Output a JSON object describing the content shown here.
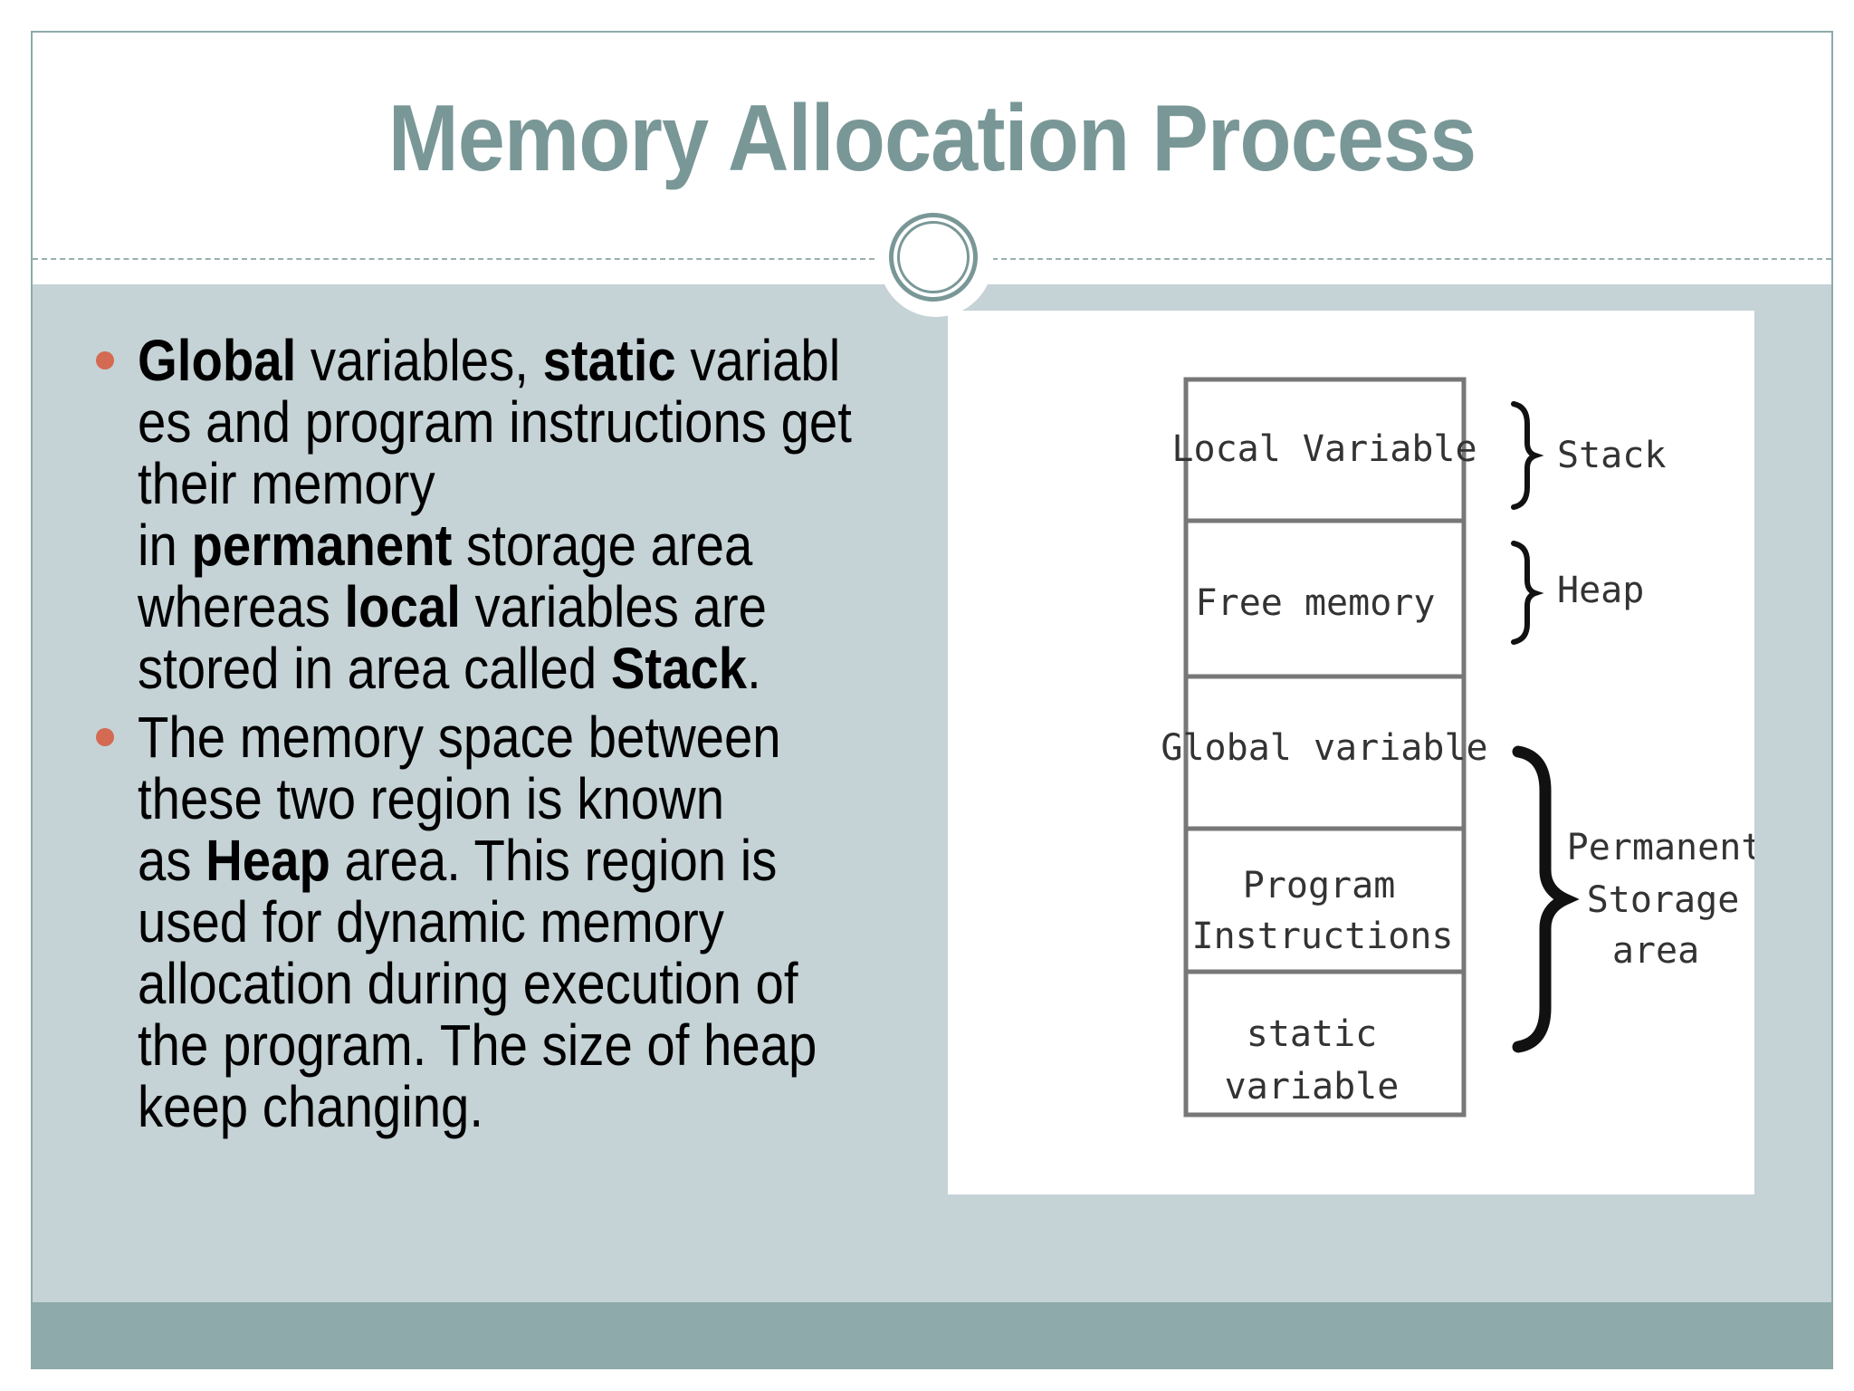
{
  "slide": {
    "title": "Memory Allocation Process",
    "bullets": [
      {
        "runs": [
          {
            "text": "Global",
            "bold": true
          },
          {
            "text": " variables, ",
            "bold": false
          },
          {
            "text": "static",
            "bold": true
          },
          {
            "text": " variabl",
            "bold": false
          },
          {
            "br": true
          },
          {
            "text": "es and program instructions get",
            "bold": false
          },
          {
            "br": true
          },
          {
            "text": "their memory",
            "bold": false
          },
          {
            "br": true
          },
          {
            "text": "in ",
            "bold": false
          },
          {
            "text": "permanent",
            "bold": true
          },
          {
            "text": " storage area",
            "bold": false
          },
          {
            "br": true
          },
          {
            "text": "whereas ",
            "bold": false
          },
          {
            "text": "local",
            "bold": true
          },
          {
            "text": " variables are",
            "bold": false
          },
          {
            "br": true
          },
          {
            "text": "stored in area called ",
            "bold": false
          },
          {
            "text": "Stack",
            "bold": true
          },
          {
            "text": ".",
            "bold": false
          }
        ]
      },
      {
        "runs": [
          {
            "text": "The memory space between",
            "bold": false
          },
          {
            "br": true
          },
          {
            "text": "these two region is known",
            "bold": false
          },
          {
            "br": true
          },
          {
            "text": "as ",
            "bold": false
          },
          {
            "text": "Heap",
            "bold": true
          },
          {
            "text": " area. This region is",
            "bold": false
          },
          {
            "br": true
          },
          {
            "text": "used for dynamic memory",
            "bold": false
          },
          {
            "br": true
          },
          {
            "text": "allocation during execution of",
            "bold": false
          },
          {
            "br": true
          },
          {
            "text": "the program. The size of heap",
            "bold": false
          },
          {
            "br": true
          },
          {
            "text": "keep changing.",
            "bold": false
          }
        ]
      }
    ]
  },
  "diagram": {
    "blocks": [
      {
        "lines": [
          "Local Variable"
        ]
      },
      {
        "lines": [
          "Free memory"
        ]
      },
      {
        "lines": [
          "Global variable"
        ]
      },
      {
        "lines": [
          "Program",
          "Instructions"
        ]
      },
      {
        "lines": [
          "static",
          "variable"
        ]
      }
    ],
    "labels": {
      "stack": "Stack",
      "heap": "Heap",
      "permanent": [
        "Permanent",
        "Storage",
        "area"
      ]
    }
  },
  "colors": {
    "title": "#7a9797",
    "content_bg": "#c5d2d6",
    "footer": "#8eaaaa",
    "bullet": "#d46a52"
  }
}
